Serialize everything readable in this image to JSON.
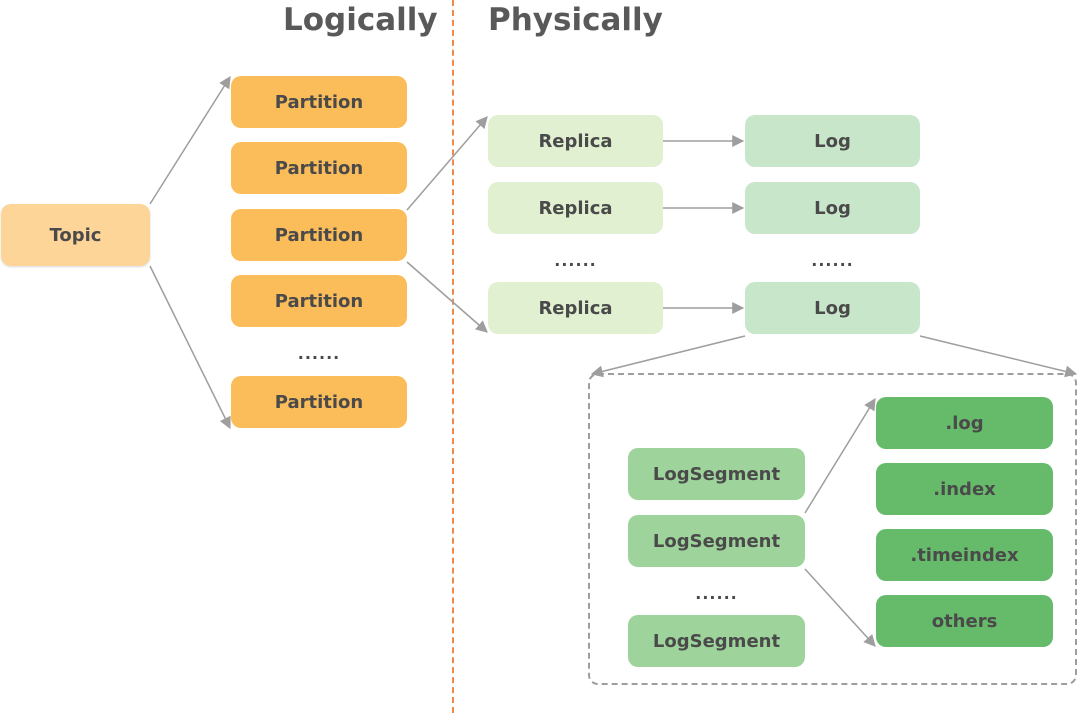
{
  "headings": {
    "logical": "Logically",
    "physical": "Physically"
  },
  "topic": {
    "label": "Topic"
  },
  "partitions": [
    {
      "label": "Partition"
    },
    {
      "label": "Partition"
    },
    {
      "label": "Partition"
    },
    {
      "label": "Partition"
    },
    {
      "label": "Partition"
    }
  ],
  "partition_ellipsis": "......",
  "replicas": [
    {
      "label": "Replica"
    },
    {
      "label": "Replica"
    },
    {
      "label": "Replica"
    }
  ],
  "replica_ellipsis": "......",
  "logs": [
    {
      "label": "Log"
    },
    {
      "label": "Log"
    },
    {
      "label": "Log"
    }
  ],
  "log_ellipsis": "......",
  "segments": [
    {
      "label": "LogSegment"
    },
    {
      "label": "LogSegment"
    },
    {
      "label": "LogSegment"
    }
  ],
  "segment_ellipsis": "......",
  "files": [
    {
      "label": ".log"
    },
    {
      "label": ".index"
    },
    {
      "label": ".timeindex"
    },
    {
      "label": "others"
    }
  ],
  "colors": {
    "topic": "#fdd599",
    "partition": "#fbbd5a",
    "replica": "#e1f0d0",
    "log": "#c8e6c9",
    "segment": "#9ed49b",
    "file": "#66bb6a",
    "divider": "#f08a4b",
    "arrow": "#9e9e9e"
  }
}
